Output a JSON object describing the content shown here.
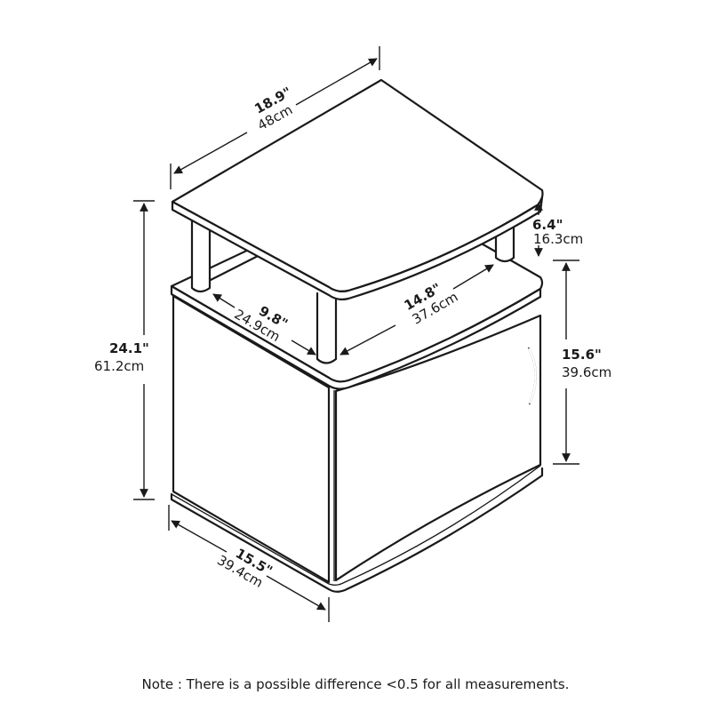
{
  "diagram": {
    "subject": "Storage end table with open top shelf and cabinet door",
    "dimensions": {
      "top_width": {
        "imperial": "18.9\"",
        "metric": "48cm"
      },
      "shelf_height": {
        "imperial": "6.4\"",
        "metric": "16.3cm"
      },
      "inner_depth": {
        "imperial": "9.8\"",
        "metric": "24.9cm"
      },
      "inner_width": {
        "imperial": "14.8\"",
        "metric": "37.6cm"
      },
      "total_height": {
        "imperial": "24.1\"",
        "metric": "61.2cm"
      },
      "cabinet_height": {
        "imperial": "15.6\"",
        "metric": "39.6cm"
      },
      "depth": {
        "imperial": "15.5\"",
        "metric": "39.4cm"
      }
    },
    "note": "Note : There is a possible difference <0.5 for all measurements.",
    "colors": {
      "line": "#1a1a1a",
      "background": "#ffffff"
    }
  }
}
